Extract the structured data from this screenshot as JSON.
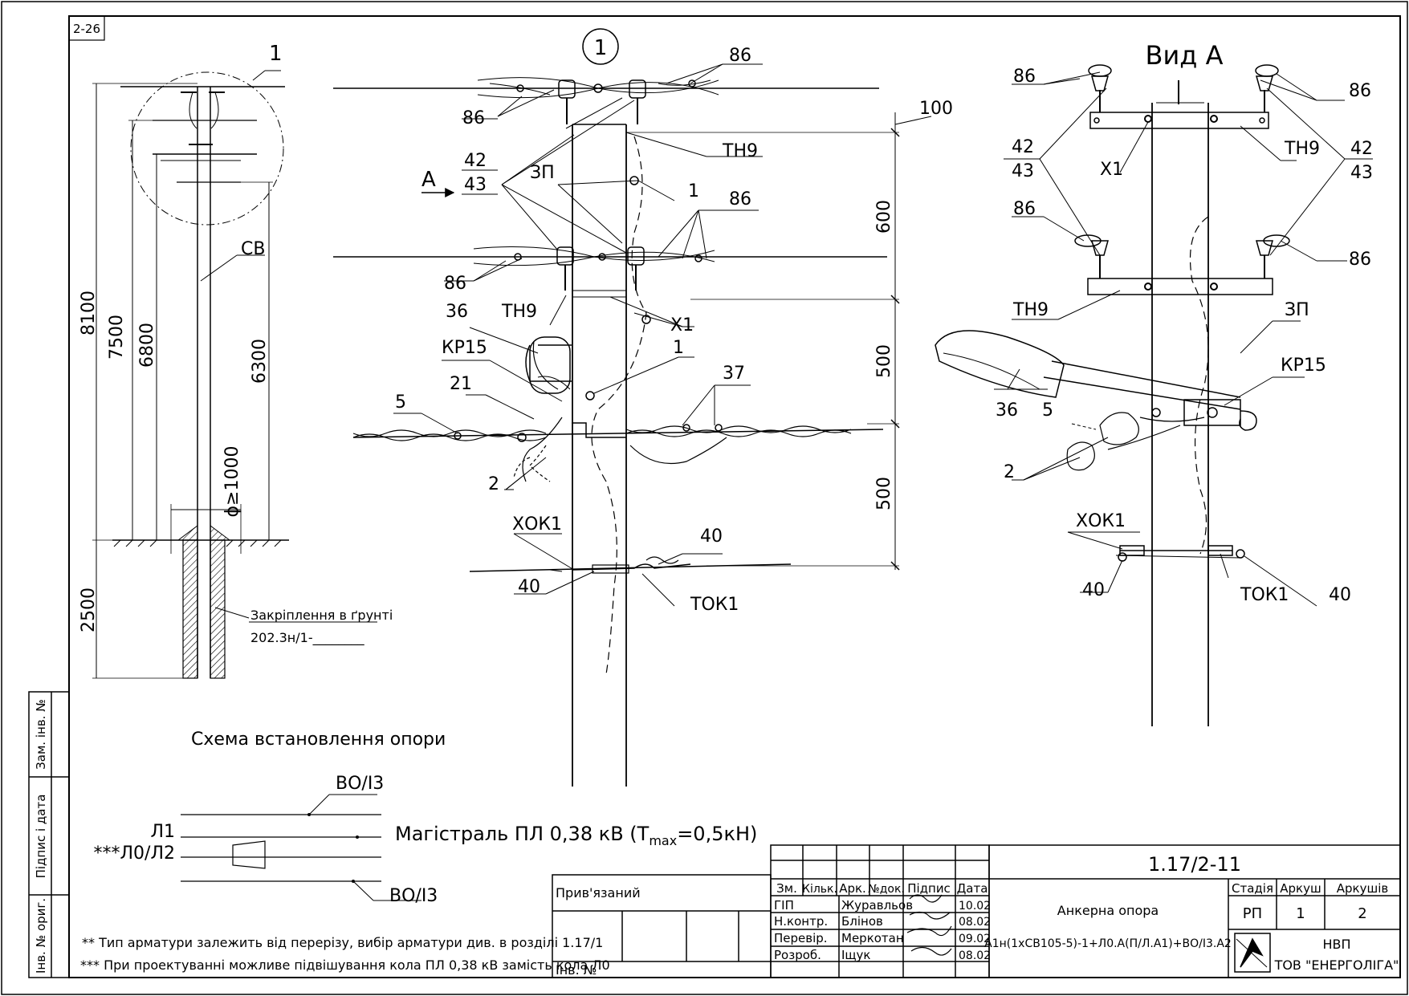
{
  "sheet": {
    "corner_code": "2-26",
    "view_number": "1",
    "view_a_title": "Вид А",
    "direction_letter": "А"
  },
  "dimensions": {
    "d8100": "8100",
    "d7500": "7500",
    "d6800": "6800",
    "d6300": "6300",
    "d2500": "2500",
    "d1000": "ϕ≥1000",
    "d100": "100",
    "d600": "600",
    "d500a": "500",
    "d500b": "500"
  },
  "ground_note": {
    "line1": "Закріплення в ґрунті",
    "line2": "202.3н/1-________"
  },
  "labels": {
    "l1": "1",
    "sv": "СВ",
    "c86a": "86",
    "c86b": "86",
    "c86c": "86",
    "c86d": "86",
    "c42": "42",
    "c43": "43",
    "zp": "ЗП",
    "c1a": "1",
    "c1b": "1",
    "th9a": "ТН9",
    "th9b": "ТН9",
    "x1": "Х1",
    "c36": "36",
    "kr15": "КР15",
    "c21": "21",
    "c5": "5",
    "c37": "37",
    "c2": "2",
    "xok1": "ХОК1",
    "c40a": "40",
    "c40b": "40",
    "tok1": "ТОК1"
  },
  "view_a_labels": {
    "c86a": "86",
    "c86b": "86",
    "c86c": "86",
    "c86d": "86",
    "c42a": "42",
    "c43a": "43",
    "c42b": "42",
    "c43b": "43",
    "x1": "Х1",
    "th9a": "ТН9",
    "th9b": "ТН9",
    "zp": "ЗП",
    "kr15": "КР15",
    "c36": "36",
    "c5": "5",
    "c2": "2",
    "xok1": "ХОК1",
    "c40a": "40",
    "c40b": "40",
    "tok1": "ТОК1"
  },
  "scheme": {
    "title": "Схема встановлення опори",
    "vo13_top": "ВО/І3",
    "vo13_bottom": "ВО/І3",
    "l1": "Л1",
    "l0l2": "***Л0/Л2",
    "mainline_pre": "Магістраль ПЛ 0,38 кВ (T",
    "mainline_sub": "max",
    "mainline_post": "=0,5кН)"
  },
  "notes": {
    "n1": "** Тип арматури залежить від перерізу, вибір арматури див. в розділі 1.17/1",
    "n2": "*** При проектуванні можливе підвішування кола ПЛ 0,38 кВ замість кола Л0"
  },
  "side_stamp": {
    "zam": "Зам. інв. №",
    "pidpys": "Підпис і дата",
    "inv": "Інв. № ориг."
  },
  "title_block": {
    "pryviazanyi": "Прив'язаний",
    "inv_no": "Інв. №",
    "head_zm": "Зм.",
    "head_kilk": "Кільк.",
    "head_ark": "Арк.",
    "head_doc": "№док.",
    "head_pidpys": "Підпис",
    "head_data": "Дата",
    "r1_role": "ГІП",
    "r1_name": "Журавльов",
    "r1_date": "10.02",
    "r2_role": "Н.контр.",
    "r2_name": "Блінов",
    "r2_date": "08.02",
    "r3_role": "Перевір.",
    "r3_name": "Меркотан",
    "r3_date": "09.02",
    "r4_role": "Розроб.",
    "r4_name": "Іщук",
    "r4_date": "08.02",
    "code": "1.17/2-11",
    "desc1": "Анкерна опора",
    "desc2": "А1н(1хСВ105-5)-1+Л0.А(П/Л.А1)+ВО/І3.А2",
    "stage_h": "Стадія",
    "sheet_h": "Аркуш",
    "sheets_h": "Аркушів",
    "stage": "РП",
    "sheet": "1",
    "sheets": "2",
    "org1": "НВП",
    "org2": "ТОВ \"ЕНЕРГОЛІГА\""
  }
}
